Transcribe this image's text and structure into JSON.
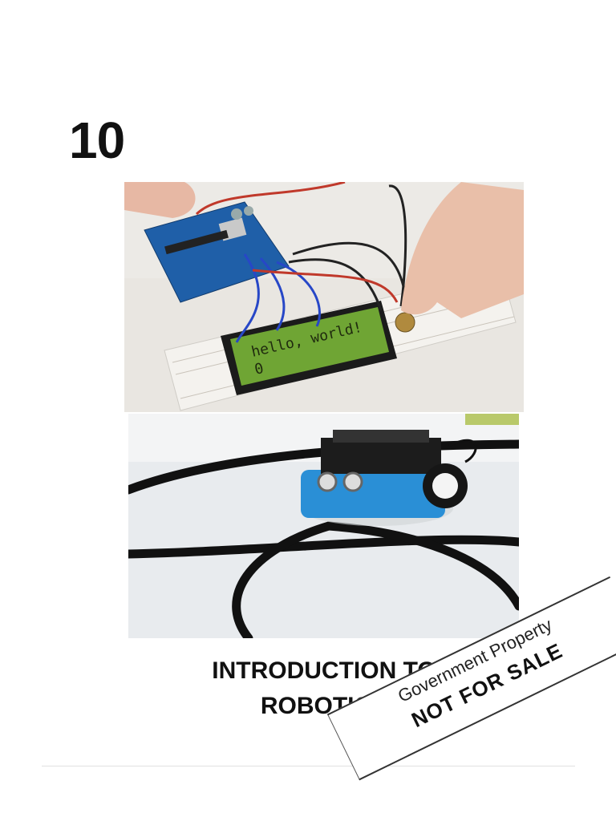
{
  "cover": {
    "grade": "10",
    "title_line1": "INTRODUCTION TO",
    "title_line2": "ROBOTICS"
  },
  "photo_arduino": {
    "lcd_line1": "hello, world!",
    "lcd_line2": "0"
  },
  "photo_robot": {
    "subject": "mBot robot on line-following track"
  },
  "stamp": {
    "line1": "Government Property",
    "line2": "NOT FOR SALE"
  },
  "colors": {
    "arduino_board": "#1f5fa8",
    "lcd_green": "#6fa534",
    "robot_blue": "#2a8fd6",
    "track_black": "#111111"
  }
}
